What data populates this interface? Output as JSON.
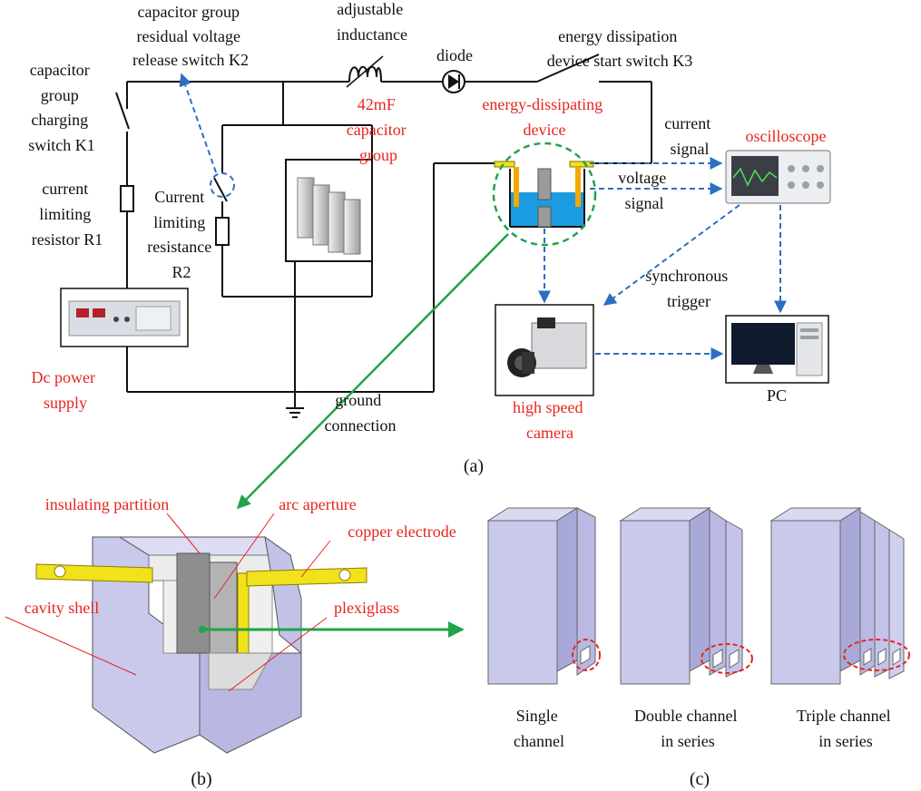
{
  "labels": {
    "charging_switch": [
      "capacitor",
      "group",
      "charging",
      "switch K1"
    ],
    "limiting_resistor": [
      "current",
      "limiting",
      "resistor R1"
    ],
    "release_switch": [
      "capacitor group",
      "residual voltage",
      "release switch K2"
    ],
    "limiting_resistance": [
      "Current",
      "limiting",
      "resistance",
      "R2"
    ],
    "inductance": [
      "adjustable",
      "inductance"
    ],
    "diode": "diode",
    "start_switch": [
      "energy dissipation",
      "device start switch K3"
    ],
    "capacitor_group": [
      "42mF",
      "capacitor",
      "group"
    ],
    "dissipating_device": [
      "energy-dissipating",
      "device"
    ],
    "current_signal": [
      "current",
      "signal"
    ],
    "voltage_signal": [
      "voltage",
      "signal"
    ],
    "oscilloscope": "oscilloscope",
    "sync_trigger": [
      "synchronous",
      "trigger"
    ],
    "pc": "PC",
    "power_supply": [
      "Dc power",
      "supply"
    ],
    "ground": [
      "ground",
      "connection"
    ],
    "camera": [
      "high speed",
      "camera"
    ]
  },
  "parts_b": {
    "insulating_partition": "insulating partition",
    "arc_aperture": "arc aperture",
    "copper_electrode": "copper electrode",
    "cavity_shell": "cavity shell",
    "plexiglass": "plexiglass"
  },
  "channels_c": [
    [
      "Single",
      "channel"
    ],
    [
      "Double channel",
      "in series"
    ],
    [
      "Triple channel",
      "in series"
    ]
  ],
  "captions": {
    "a": "(a)",
    "b": "(b)",
    "c": "(c)"
  },
  "colors": {
    "label_red": "#e8251f",
    "wire": "#111111",
    "signal_blue": "#2b6fc2",
    "link_green": "#1fa44a",
    "electrode_yellow": "#f2e21c",
    "water_blue": "#1c9ce0",
    "shell_lavender": "#c9c9ec"
  }
}
